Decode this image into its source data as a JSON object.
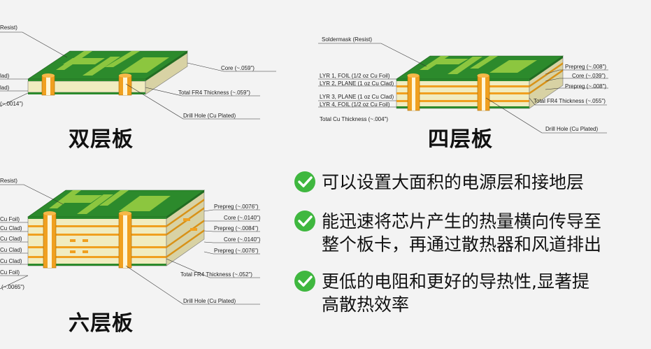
{
  "double": {
    "title": "双层板",
    "labels": {
      "resist": "Resist)",
      "clad1": "lad)",
      "clad2": "lad)",
      "thk": "(~.0014\")",
      "core": "Core (~.059\")",
      "total": "Total FR4 Thickness (~.059\")",
      "drill": "Drill Hole (Cu Plated)"
    }
  },
  "four": {
    "title": "四层板",
    "labels": {
      "soldermask": "Soldermask (Resist)",
      "lyr1": "LYR 1, FOIL (1/2 oz Cu Foil)",
      "lyr2": "LYR 2, PLANE (1 oz Cu Clad)",
      "lyr3": "LYR 3, PLANE (1 oz Cu Clad)",
      "lyr4": "LYR 4, FOIL (1/2 oz Cu Foil)",
      "totalcu": "Total Cu Thickness (~.004\")",
      "prepreg1": "Prepreg (~.008\")",
      "core": "Core (~.039\")",
      "prepreg2": "Prepreg (~.008\")",
      "total": "Total FR4 Thickness (~.055\")",
      "drill": "Drill Hole (Cu Plated)"
    }
  },
  "six": {
    "title": "六层板",
    "labels": {
      "resist": "Resist)",
      "l1": "Cu Foil)",
      "l2": "Cu Clad)",
      "l3": "Cu Clad)",
      "l4": "Cu Clad)",
      "l5": "Cu Clad)",
      "l6": "Cu Foil)",
      "thk": "(~.0065\")",
      "prepreg1": "Prepreg (~.0076\")",
      "core1": "Core (~.0140\")",
      "prepreg2": "Prepreg (~.0084\")",
      "core2": "Core (~.0140\")",
      "prepreg3": "Prepreg (~.0076\")",
      "total": "Total FR4 Thickness (~.052\")",
      "drill": "Drill Hole (Cu Plated)"
    }
  },
  "bullets": [
    {
      "lines": [
        "可以设置大面积的电源层和接地层"
      ]
    },
    {
      "lines": [
        "能迅速将芯片产生的热量横向传导至",
        "整个板卡，再通过散热器和风道排出"
      ]
    },
    {
      "lines": [
        "更低的电阻和更好的导热性,显著提",
        "高散热效率"
      ]
    }
  ],
  "colors": {
    "green": "#2c8a2c",
    "lime": "#8cc63f",
    "copper": "#f0a020",
    "fr4": "#f1ecc0",
    "check": "#3fb73f"
  }
}
